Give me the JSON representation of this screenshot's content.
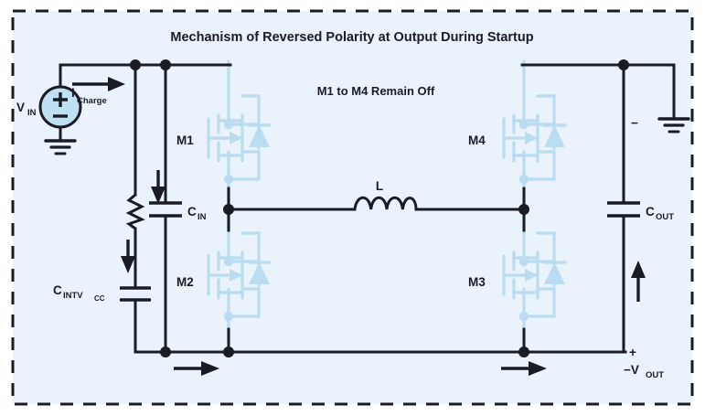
{
  "diagram": {
    "title": "Mechanism of Reversed Polarity at Output During Startup",
    "note": "M1 to M4 Remain Off",
    "colors": {
      "background": "#eaf3fb",
      "page": "#ffffff",
      "border": "#1b1b26",
      "wire": "#1b1b26",
      "mosfet": "#b9dcf0",
      "source_fill": "#bfe0f2",
      "text": "#1b1b26"
    },
    "border": {
      "style": "dashed"
    },
    "labels": {
      "vin": {
        "base": "V",
        "sub": "IN"
      },
      "icharge": {
        "base": "I",
        "sub": "Charge"
      },
      "cin": {
        "base": "C",
        "sub": "IN"
      },
      "cintvcc": {
        "base": "C",
        "sub": "INTV",
        "sub2": "CC"
      },
      "cout": {
        "base": "C",
        "sub": "OUT"
      },
      "vout": {
        "base": "−V",
        "sub": "OUT"
      },
      "inductor": "L",
      "plus_marker": "+",
      "minus_marker": "−",
      "source_plus": "+",
      "source_minus": "−"
    },
    "mosfets": [
      {
        "id": "m1",
        "label": "M1"
      },
      {
        "id": "m2",
        "label": "M2"
      },
      {
        "id": "m3",
        "label": "M3"
      },
      {
        "id": "m4",
        "label": "M4"
      }
    ],
    "components": [
      {
        "id": "vin-source",
        "type": "voltage-source"
      },
      {
        "id": "resistor",
        "type": "resistor"
      },
      {
        "id": "cin-cap",
        "type": "capacitor"
      },
      {
        "id": "cintvcc-cap",
        "type": "capacitor"
      },
      {
        "id": "cout-cap",
        "type": "capacitor"
      },
      {
        "id": "inductor",
        "type": "inductor"
      },
      {
        "id": "ground-left",
        "type": "ground"
      },
      {
        "id": "ground-right",
        "type": "ground"
      }
    ],
    "current_arrows": [
      {
        "id": "icharge-arrow",
        "direction": "right"
      },
      {
        "id": "cin-charge-arrow",
        "direction": "down"
      },
      {
        "id": "cintvcc-charge-arrow",
        "direction": "down"
      },
      {
        "id": "bottom-left-arrow",
        "direction": "right"
      },
      {
        "id": "bottom-right-arrow",
        "direction": "right"
      },
      {
        "id": "cout-arrow",
        "direction": "up"
      }
    ]
  }
}
